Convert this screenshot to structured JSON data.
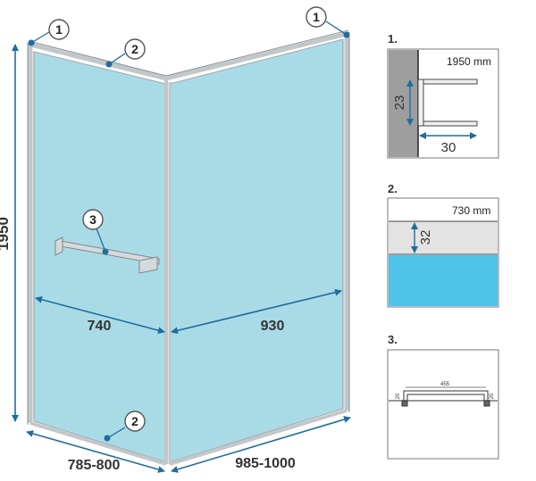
{
  "main_view": {
    "dim_height": "1950",
    "dim_left_inner": "740",
    "dim_right_inner": "930",
    "dim_left_outer": "785-800",
    "dim_right_outer": "985-1000",
    "callouts": [
      "1",
      "1",
      "2",
      "2",
      "3"
    ]
  },
  "detail1": {
    "number": "1.",
    "height_note": "1950 mm",
    "dim_vertical": "23",
    "dim_horizontal": "30"
  },
  "detail2": {
    "number": "2.",
    "width_note": "730 mm",
    "dim_vertical": "32"
  },
  "detail3": {
    "number": "3.",
    "dim_length": "455",
    "dim_left": "20",
    "dim_right": "20"
  },
  "colors": {
    "glass": "#a9dbe7",
    "frame": "#c9cdd0",
    "dimension": "#1f6e9c",
    "detail_blue": "#4fc3e8",
    "wall": "#9e9e9e"
  }
}
